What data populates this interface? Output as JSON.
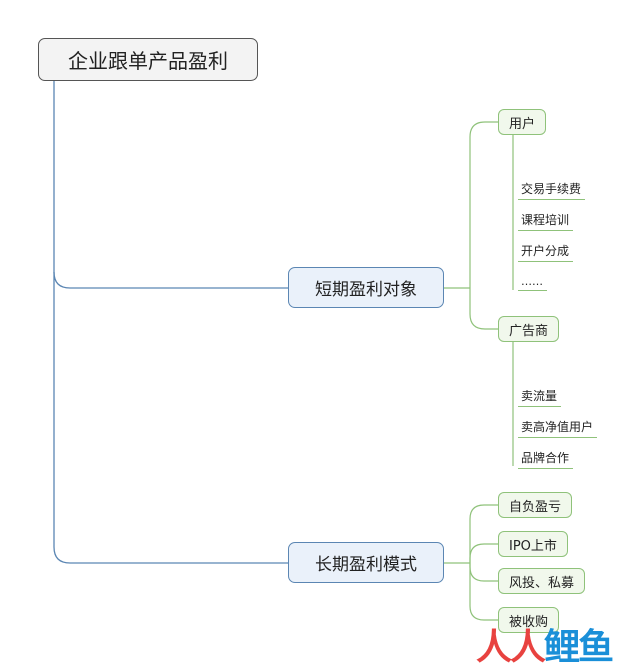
{
  "root": "企业跟单产品盈利",
  "branches": {
    "short_term": {
      "label": "短期盈利对象",
      "users": {
        "label": "用户",
        "items": [
          "交易手续费",
          "课程培训",
          "开户分成",
          "……"
        ]
      },
      "advertisers": {
        "label": "广告商",
        "items": [
          "卖流量",
          "卖高净值用户",
          "品牌合作"
        ]
      }
    },
    "long_term": {
      "label": "长期盈利模式",
      "items": [
        "自负盈亏",
        "IPO上市",
        "风投、私募",
        "被收购"
      ]
    }
  },
  "watermark": {
    "part1": "人人",
    "part2": "鲤鱼"
  },
  "colors": {
    "root_border": "#555555",
    "branch_line": "#5b86b3",
    "branch_fill": "#eaf1fa",
    "leaf_line": "#8fc27a",
    "leaf_fill": "#f1f8ec"
  }
}
